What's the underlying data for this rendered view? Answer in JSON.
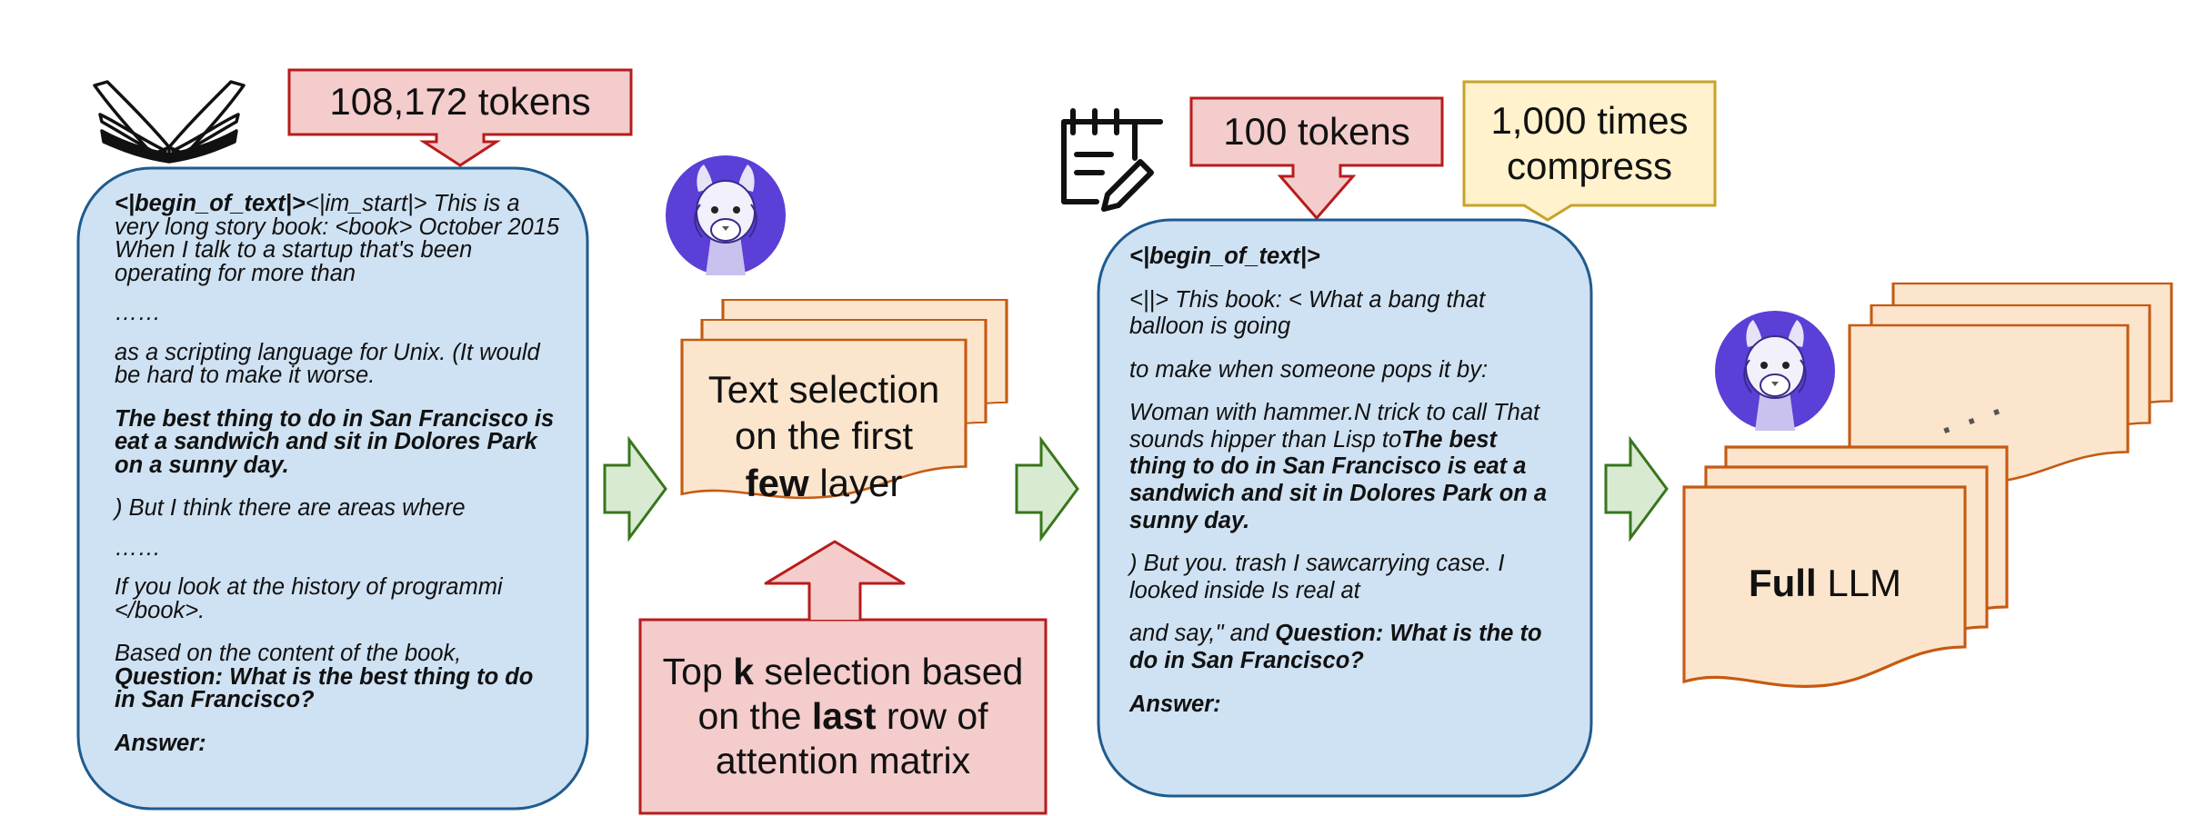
{
  "callouts": {
    "input_tokens": "108,172 tokens",
    "output_tokens": "100 tokens",
    "compress": "1,000 times compress",
    "compress_line1": "1,000 times",
    "compress_line2": "compress"
  },
  "stage1": {
    "line1": "Text selection",
    "line2": "on the first",
    "line3_bold": "few",
    "line3_rest": "layer"
  },
  "topk": {
    "line1_pre": "Top",
    "line1_bold": "k",
    "line1_post": "selection based",
    "line2_pre": "on the",
    "line2_bold": "last",
    "line2_post": "row of",
    "line3": "attention matrix"
  },
  "stage2": {
    "bold": "Full",
    "rest": "LLM",
    "ellipsis": ". . ."
  },
  "left_panel": {
    "begin_token": "<|begin_of_text|>",
    "im_start": "<|im_start|>",
    "intro": " This is a very long story book: <book>",
    "line_a": "October 2015 When I talk to a startup that's been operating for more than",
    "ellipsis1": "……",
    "line_b": "as a scripting language for Unix. (It would be hard to make it worse.",
    "needle": "The best thing to do in San Francisco is eat a sandwich and sit in Dolores Park on a sunny day.",
    "line_c": ") But I think there are areas where",
    "ellipsis2": "……",
    "line_d": "If you look at the history of programmi </book>.",
    "based_on": "Based on the content of the book,",
    "question": "Question: What is the best thing to do in San Francisco?",
    "answer": "Answer:"
  },
  "right_panel": {
    "begin_token": "<|begin_of_text|>",
    "line1": "<||> This book: < What a bang that balloon is going",
    "line2": "to make when someone pops it by:",
    "line3_italic": "Woman with hammer.N trick to call That sounds hipper than Lisp to",
    "line3_bold": "The best thing to do in San Francisco is eat a sandwich and sit in Dolores Park on a sunny day.",
    "line4": ") But you. trash I sawcarrying case. I looked inside Is real at",
    "line5_italic": "and say,\" and ",
    "line5_bold": "Question: What is the to do in San Francisco?",
    "answer": "Answer:"
  },
  "colors": {
    "panel_fill": "#cfe2f3",
    "panel_stroke": "#1f5b8e",
    "red_fill": "#f4cccc",
    "red_stroke": "#b71c1c",
    "yellow_fill": "#fff2cc",
    "yellow_stroke": "#c9a227",
    "doc_fill": "#fce5cd",
    "doc_stroke": "#c55a11",
    "arrow_fill": "#d9ead3",
    "arrow_stroke": "#38761d",
    "llama_bg": "#5b3fd6"
  },
  "icons": {
    "book": "open-book-icon",
    "notepad": "notepad-pencil-icon",
    "llama": "llama-avatar-icon"
  }
}
